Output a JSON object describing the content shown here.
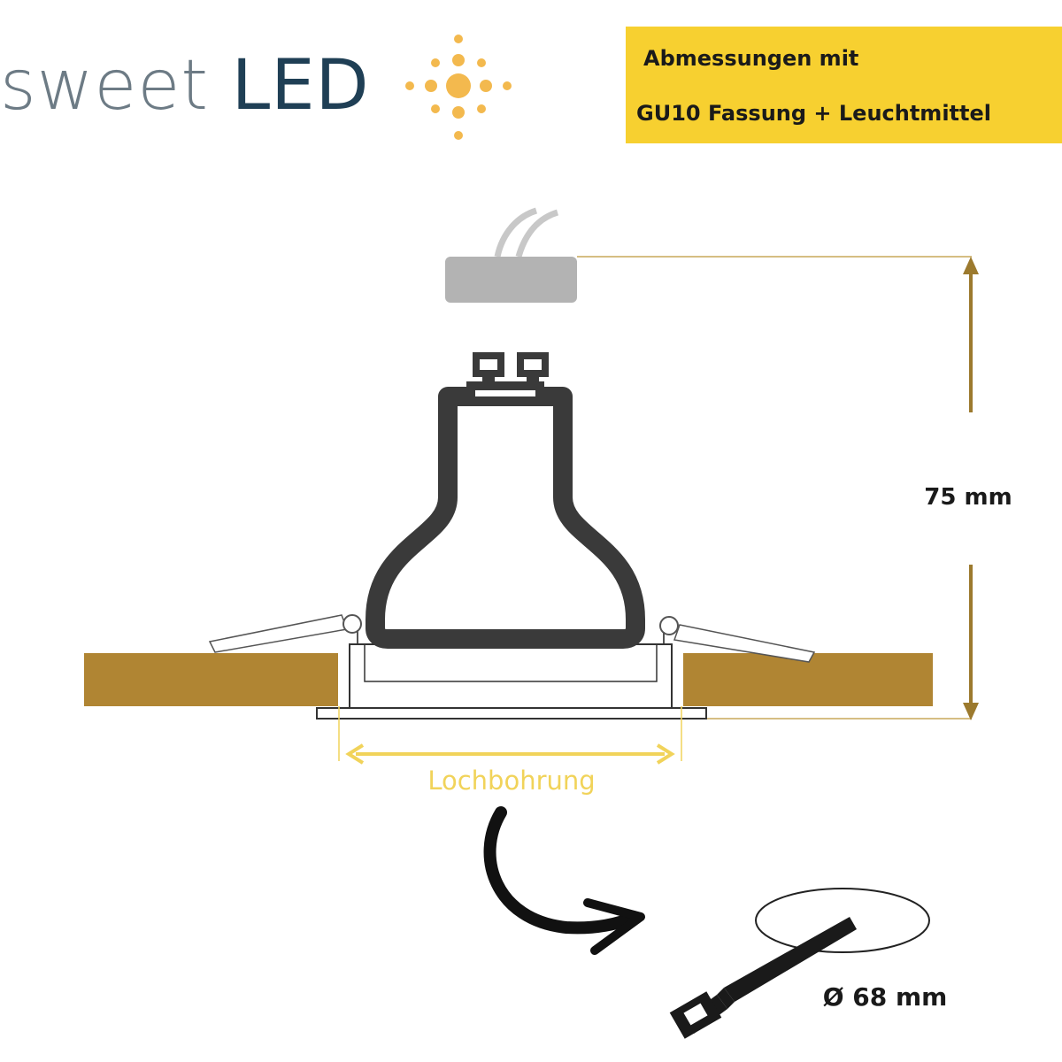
{
  "brand": {
    "word1": "sweet",
    "word2": "LED",
    "colors": {
      "word1": "#6d7b85",
      "word2": "#1f3f55",
      "sun": "#f3b94e"
    }
  },
  "banner": {
    "line1": "Abmessungen mit",
    "line2": "GU10 Fassung + Leuchtmittel",
    "color": "#f7d030"
  },
  "diagram": {
    "height_label": "75 mm",
    "hole_label": "Lochbohrung",
    "diameter_label": "Ø 68 mm",
    "colors": {
      "ceiling": "#b08533",
      "height_arrow": "#9c7a2e",
      "hole_arrow": "#f1d35a",
      "lamp": "#3a3a3a",
      "socket": "#b3b3b3"
    },
    "icons": [
      "sun-icon",
      "gu10-bulb-icon",
      "socket-icon",
      "curved-arrow-icon",
      "saw-icon",
      "hole-outline-icon"
    ]
  }
}
